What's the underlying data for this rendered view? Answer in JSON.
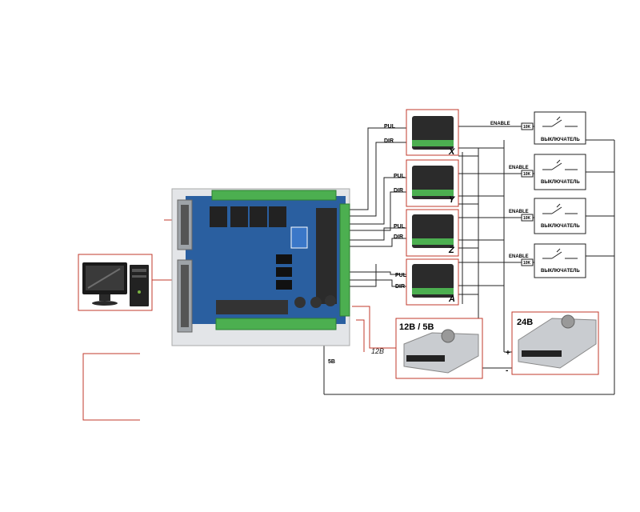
{
  "colors": {
    "wire": "#222222",
    "red_wire": "#c0392b",
    "frame": "#c0392b",
    "board_blue": "#1f5fa8",
    "terminal_green": "#4caf50",
    "driver_body": "#2b2b2b",
    "psu_silver": "#c9ccd0"
  },
  "computer": {
    "icon": "desktop-computer-icon"
  },
  "board": {
    "icon": "breakout-board-icon"
  },
  "drivers": [
    {
      "axis": "X",
      "pul": "PUL",
      "dir": "DIR"
    },
    {
      "axis": "Y",
      "pul": "PUL",
      "dir": "DIR"
    },
    {
      "axis": "Z",
      "pul": "PUL",
      "dir": "DIR"
    },
    {
      "axis": "A",
      "pul": "PUL",
      "dir": "DIR"
    }
  ],
  "switches": [
    {
      "enable": "ENABLE",
      "resistor": "10K",
      "label": "ВЫКЛЮЧАТЕЛЬ"
    },
    {
      "enable": "ENABLE",
      "resistor": "10K",
      "label": "ВЫКЛЮЧАТЕЛЬ"
    },
    {
      "enable": "ENABLE",
      "resistor": "10K",
      "label": "ВЫКЛЮЧАТЕЛЬ"
    },
    {
      "enable": "ENABLE",
      "resistor": "10K",
      "label": "ВЫКЛЮЧАТЕЛЬ"
    }
  ],
  "psu_small": {
    "title": "12В / 5В",
    "wire_label": "12В"
  },
  "psu_large": {
    "title": "24В",
    "plus": "+",
    "minus": "-"
  },
  "board_supply_label": "5В"
}
